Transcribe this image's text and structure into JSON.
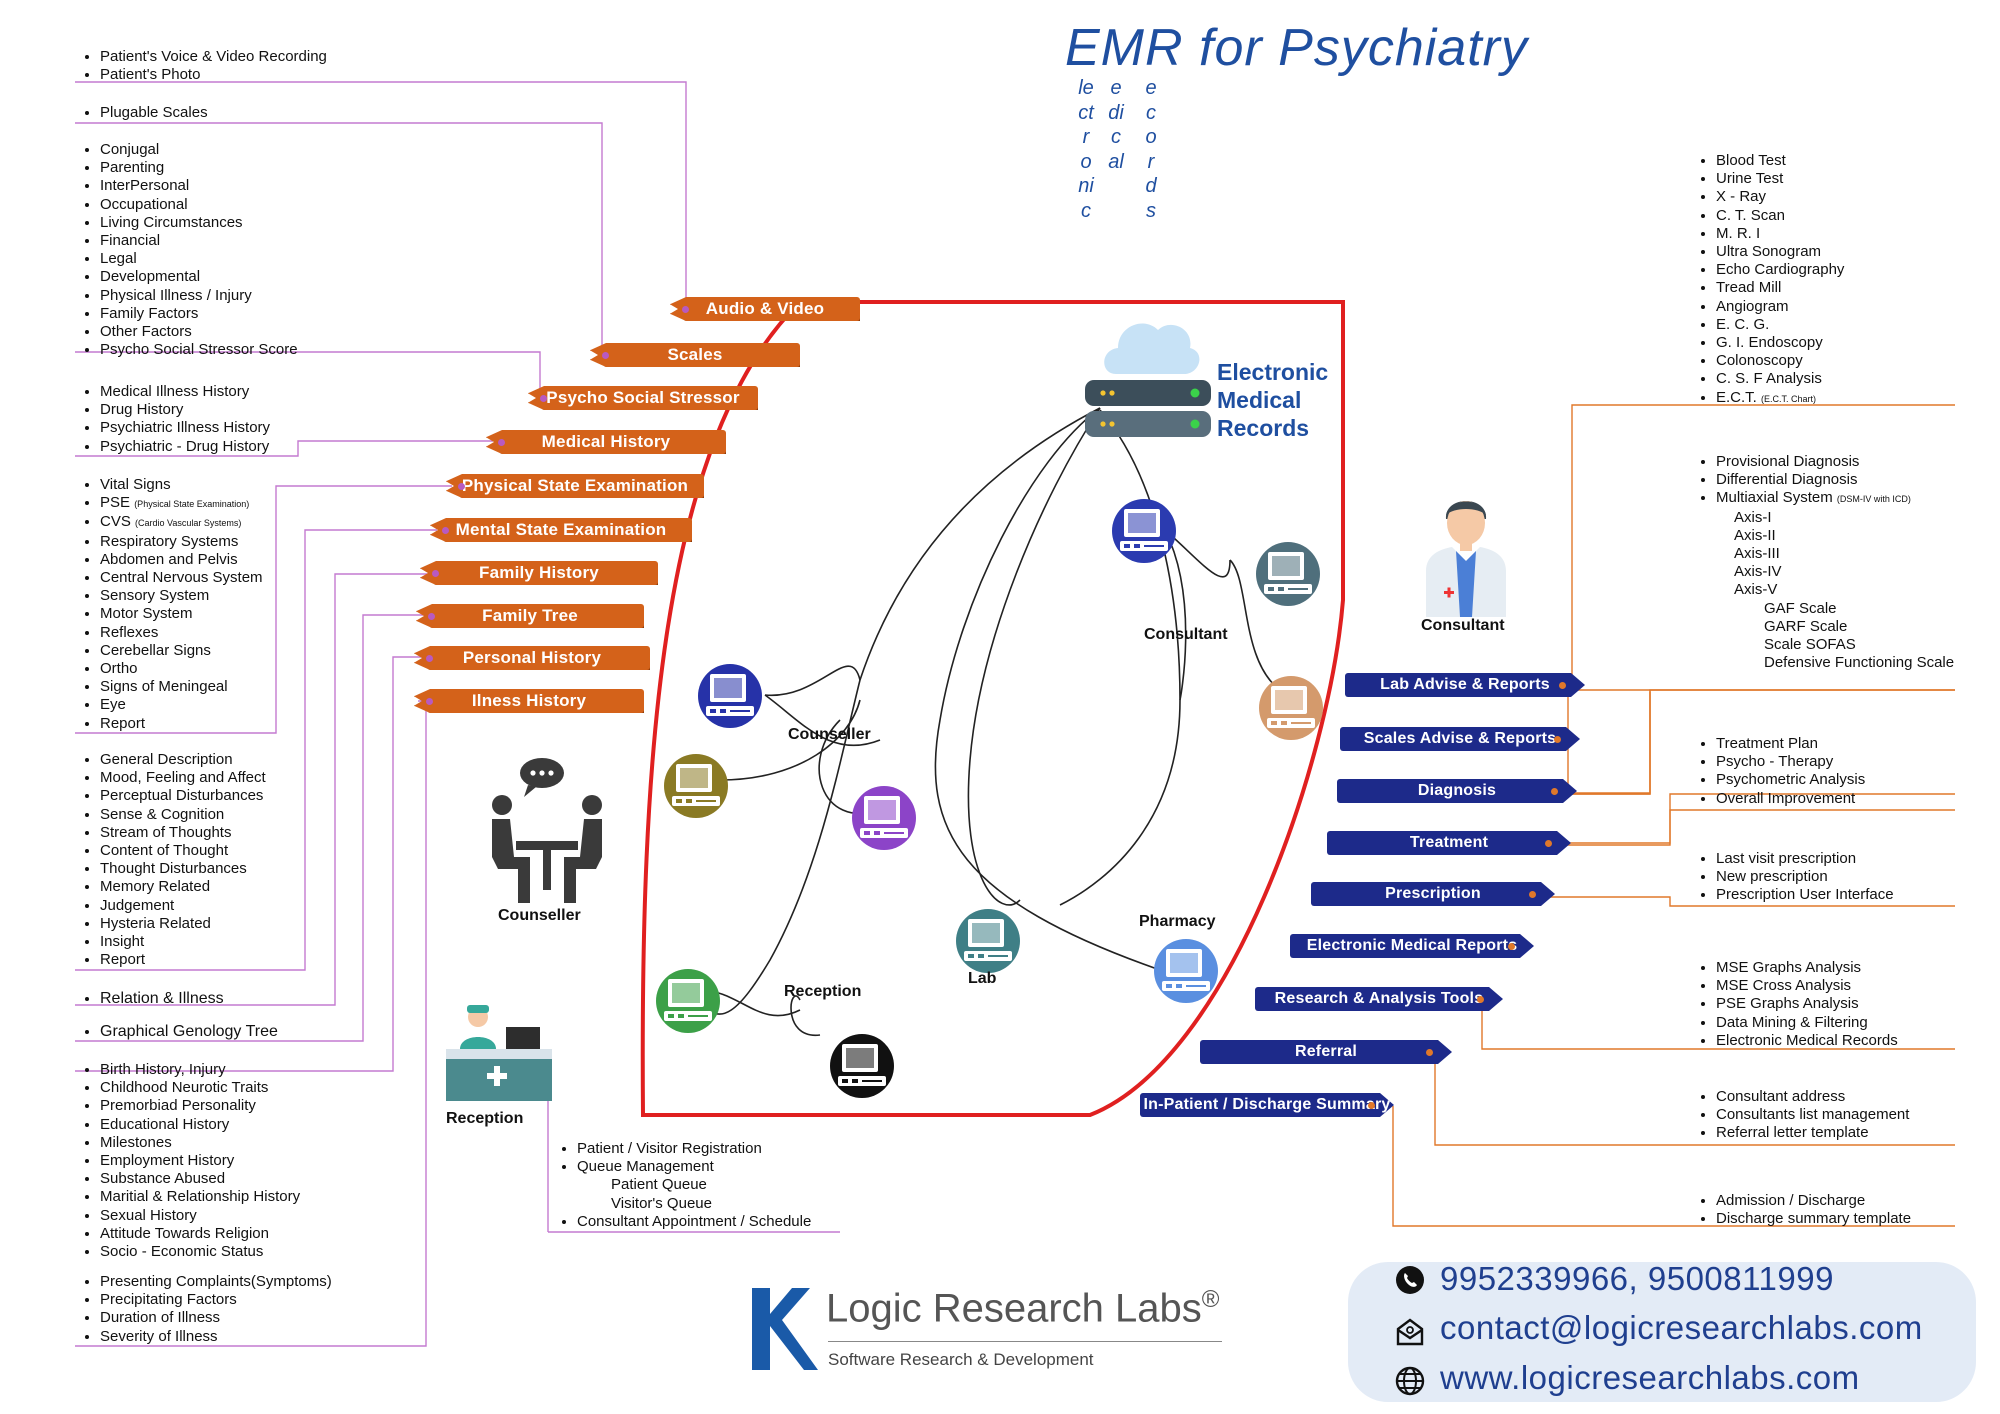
{
  "title": "EMR for Psychiatry",
  "subtitle_vertical": [
    "lectronic",
    "edical",
    "ecords"
  ],
  "emr_label": [
    "Electronic",
    "Medical",
    "Records"
  ],
  "colors": {
    "orange_tab": "#d4621a",
    "blue_tab": "#1d2a8a",
    "frame_red": "#e02020",
    "purple_line": "#b85ac0",
    "orange_line": "#e0782a",
    "title_blue": "#1f4fa0"
  },
  "left_tabs": [
    "Audio & Video",
    "Scales",
    "Psycho Social Stressor",
    "Medical History",
    "Physical State Examination",
    "Mental State Examination",
    "Family History",
    "Family Tree",
    "Personal History",
    "Ilness History"
  ],
  "right_tabs": [
    "Lab Advise & Reports",
    "Scales Advise & Reports",
    "Diagnosis",
    "Treatment",
    "Prescription",
    "Electronic Medical Reports",
    "Research & Analysis Tools",
    "Referral",
    "In-Patient / Discharge Summary"
  ],
  "lists": {
    "audio": [
      "Patient's Voice & Video Recording",
      "Patient's Photo"
    ],
    "scales": [
      "Plugable Scales"
    ],
    "stressor": [
      "Conjugal",
      "Parenting",
      "InterPersonal",
      "Occupational",
      "Living Circumstances",
      "Financial",
      "Legal",
      "Developmental",
      "Physical Illness / Injury",
      "Family Factors",
      "Other Factors",
      "Psycho Social Stressor Score"
    ],
    "medical": [
      "Medical Illness History",
      "Drug History",
      "Psychiatric Illness History",
      "Psychiatric - Drug History"
    ],
    "physical": [
      "Vital Signs",
      "PSE",
      "(Physical State Examination)",
      "CVS",
      "(Cardio Vascular Systems)",
      "Respiratory Systems",
      "Abdomen and Pelvis",
      "Central Nervous System",
      "Sensory System",
      "Motor System",
      "Reflexes",
      "Cerebellar Signs",
      "Ortho",
      "Signs of Meningeal",
      "Eye",
      "Report"
    ],
    "mental": [
      "General Description",
      "Mood, Feeling and Affect",
      "Perceptual Disturbances",
      "Sense & Cognition",
      "Stream of Thoughts",
      "Content of Thought",
      "Thought Disturbances",
      "Memory Related",
      "Judgement",
      "Hysteria Related",
      "Insight",
      "Report"
    ],
    "family_history": [
      "Relation & Illness"
    ],
    "family_tree": [
      "Graphical Genology Tree"
    ],
    "personal": [
      "Birth History, Injury",
      "Childhood Neurotic Traits",
      "Premorbiad Personality",
      "Educational History",
      "Milestones",
      "Employment History",
      "Substance Abused",
      "Maritial & Relationship History",
      "Sexual History",
      "Attitude Towards Religion",
      "Socio - Economic Status"
    ],
    "illness": [
      "Presenting Complaints(Symptoms)",
      "Precipitating Factors",
      "Duration of Illness",
      "Severity of Illness"
    ],
    "reception": [
      "Patient / Visitor Registration",
      "Queue Management",
      "Patient Queue",
      "Visitor's Queue",
      "Consultant Appointment / Schedule"
    ],
    "lab": [
      "Blood Test",
      "Urine Test",
      "X - Ray",
      "C. T. Scan",
      "M. R. I",
      "Ultra Sonogram",
      "Echo Cardiography",
      "Tread Mill",
      "Angiogram",
      "E. C. G.",
      "G. I. Endoscopy",
      "Colonoscopy",
      "C. S. F Analysis",
      "E.C.T.",
      "(E.C.T. Chart)"
    ],
    "diagnosis": [
      "Provisional Diagnosis",
      "Differential Diagnosis",
      "Multiaxial System",
      "(DSM-IV with ICD)",
      "Axis-I",
      "Axis-II",
      "Axis-III",
      "Axis-IV",
      "Axis-V",
      "GAF Scale",
      "GARF Scale",
      "Scale SOFAS",
      "Defensive Functioning Scale"
    ],
    "treatment": [
      "Treatment Plan",
      "Psycho - Therapy",
      "Psychometric Analysis",
      "Overall Improvement"
    ],
    "prescription": [
      "Last visit prescription",
      "New prescription",
      "Prescription User Interface"
    ],
    "research": [
      "MSE Graphs Analysis",
      "MSE Cross Analysis",
      "PSE Graphs Analysis",
      "Data Mining & Filtering",
      "Electronic Medical Records"
    ],
    "referral": [
      "Consultant address",
      "Consultants list management",
      "Referral letter template"
    ],
    "discharge": [
      "Admission / Discharge",
      "Discharge summary template"
    ]
  },
  "nodes": {
    "consultant": "Consultant",
    "counseller": "Counseller",
    "reception": "Reception",
    "lab": "Lab",
    "pharmacy": "Pharmacy"
  },
  "roles": {
    "consultant": "Consultant",
    "counseller": "Counseller",
    "reception": "Reception"
  },
  "brand": {
    "name": "Logic Research Labs",
    "reg": "®",
    "tagline": "Software Research & Development"
  },
  "contact": {
    "phone": "9952339966, 9500811999",
    "email": "contact@logicresearchlabs.com",
    "web": "www.logicresearchlabs.com"
  },
  "icons": [
    "cloud-icon",
    "server-icon",
    "computer-icon",
    "doctor-icon",
    "counseller-icon",
    "reception-icon",
    "phone-icon",
    "email-icon",
    "globe-icon",
    "logo-icon"
  ]
}
